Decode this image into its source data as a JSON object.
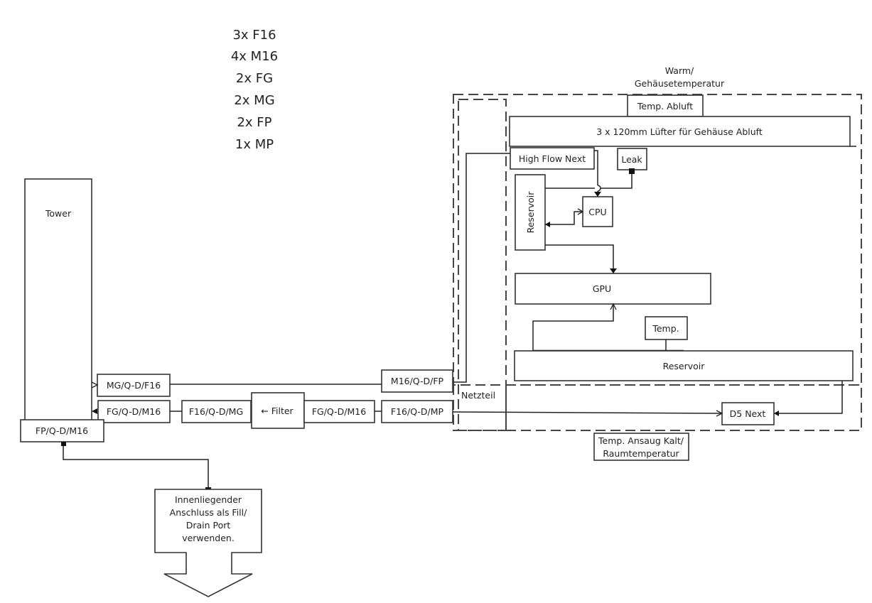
{
  "parts_list": [
    "3x F16",
    "4x M16",
    "2x FG",
    "2x MG",
    "2x FP",
    "1x MP"
  ],
  "zones": {
    "warm_label_1": "Warm/",
    "warm_label_2": "Gehäusetemperatur",
    "cold_label_1": "Temp. Ansaug Kalt/",
    "cold_label_2": "Raumtemperatur",
    "psu_label": "Netzteil"
  },
  "components": {
    "tower": "Tower",
    "temp_exhaust": "Temp. Abluft",
    "fans": "3 x 120mm Lüfter für Gehäuse Abluft",
    "high_flow": "High Flow Next",
    "leak": "Leak",
    "reservoir_small": "Reservoir",
    "cpu": "CPU",
    "gpu": "GPU",
    "temp": "Temp.",
    "reservoir_main": "Reservoir",
    "pump": "D5 Next",
    "filter": "← Filter"
  },
  "fittings": {
    "mg_qd_f16": "MG/Q-D/F16",
    "fg_qd_m16_left": "FG/Q-D/M16",
    "fp_qd_m16": "FP/Q-D/M16",
    "f16_qd_mg": "F16/Q-D/MG",
    "fg_qd_m16_right": "FG/Q-D/M16",
    "m16_qd_fp": "M16/Q-D/FP",
    "f16_qd_mp": "F16/Q-D/MP"
  },
  "drain_note": [
    "Innenliegender",
    "Anschluss als Fill/",
    "Drain Port",
    "verwenden."
  ]
}
